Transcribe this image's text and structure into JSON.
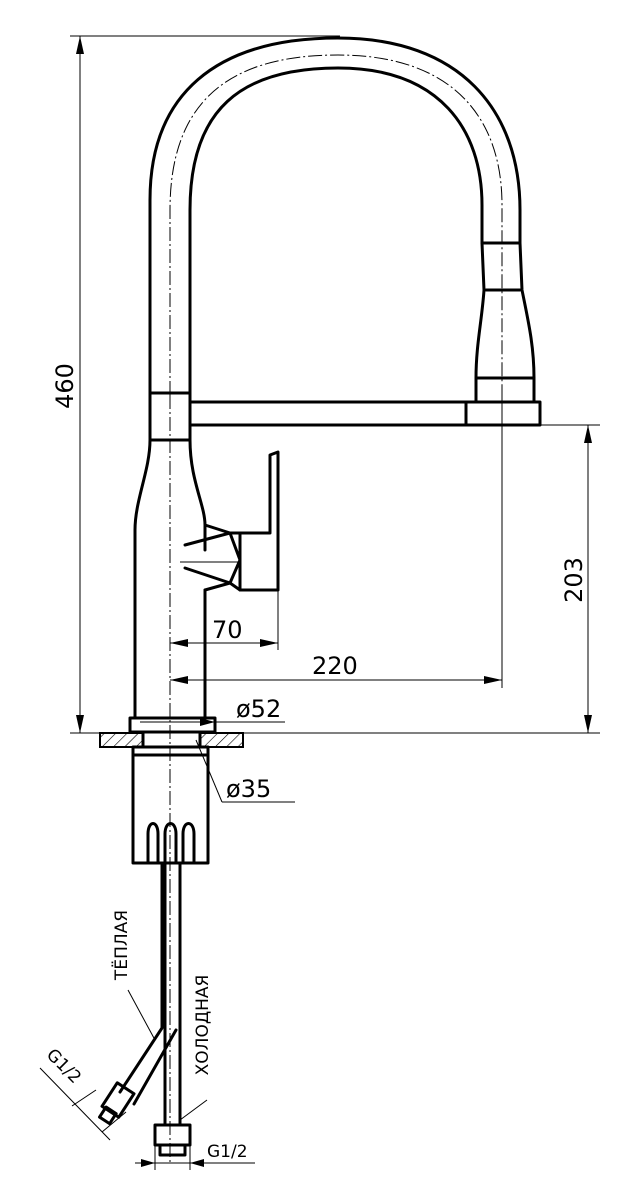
{
  "dimensions": {
    "height_total": "460",
    "height_spout": "203",
    "reach_handle": "70",
    "reach_spout": "220",
    "base_diameter": "ø52",
    "shank_diameter": "ø35"
  },
  "labels": {
    "hose_warm": "ТЁПЛАЯ",
    "hose_cold": "ХОЛОДНАЯ",
    "thread_warm": "G1/2",
    "thread_cold": "G1/2"
  },
  "colors": {
    "line": "#000000",
    "background": "#ffffff",
    "hatch": "#000000"
  }
}
